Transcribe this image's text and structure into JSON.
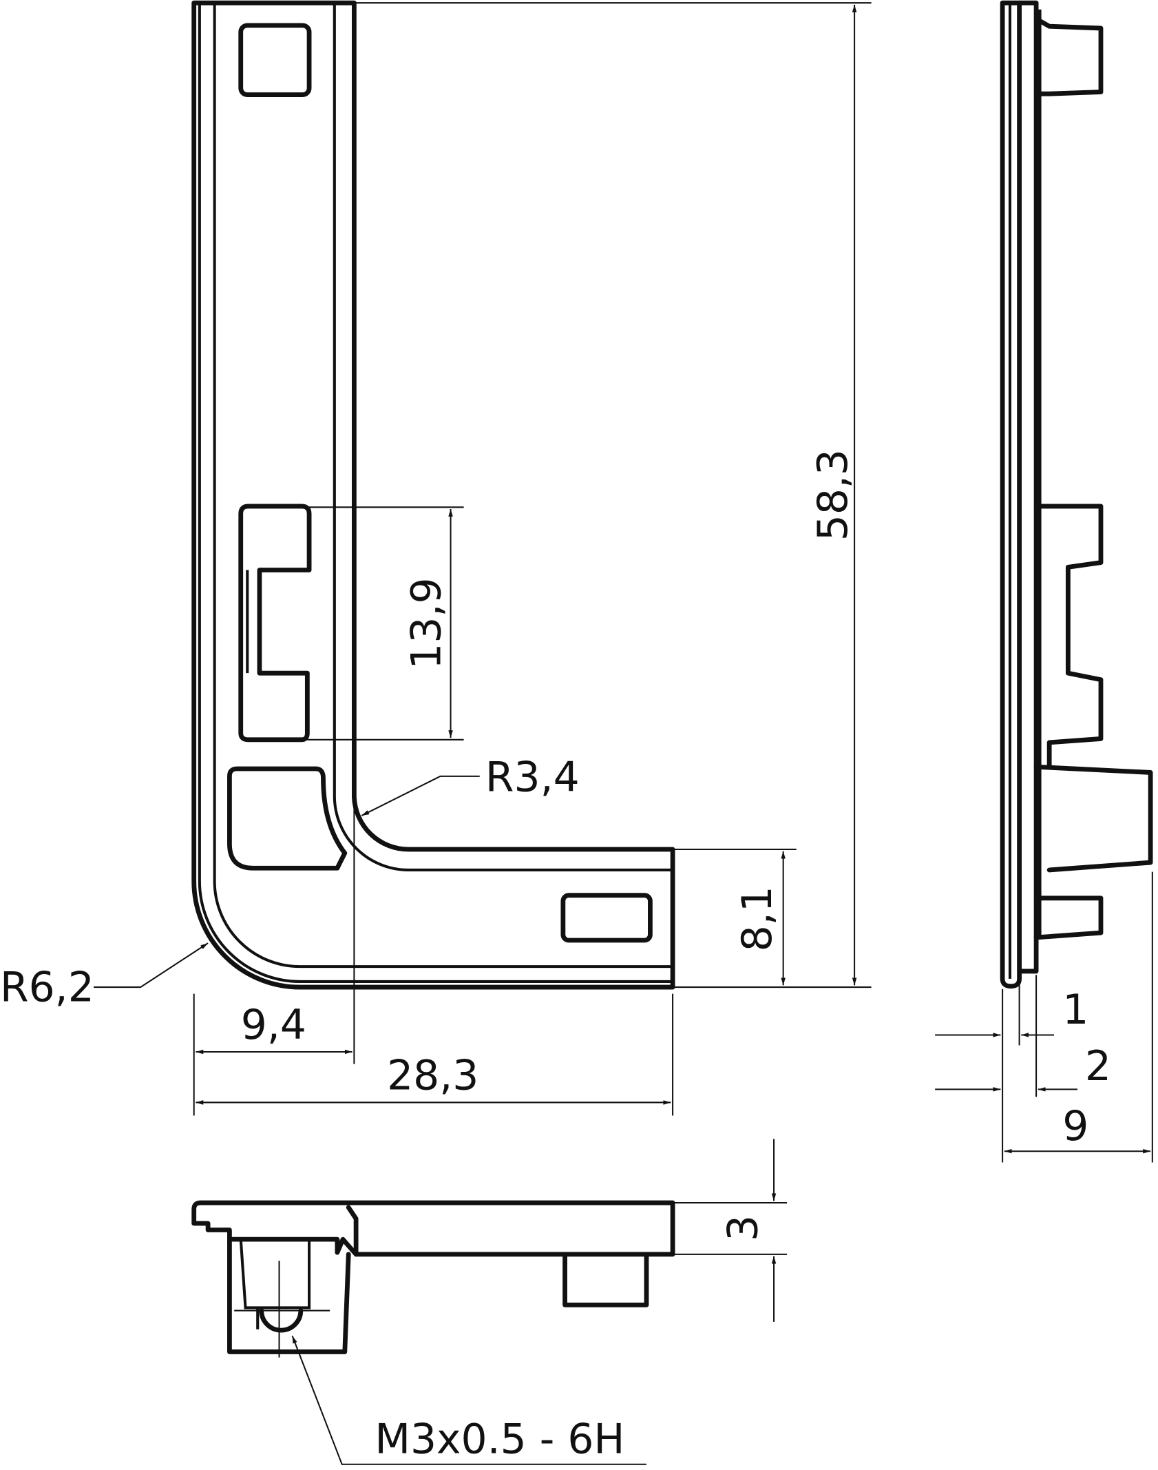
{
  "drawing": {
    "dimensions": {
      "overall_height": "58,3",
      "slot_spacing": "13,9",
      "inner_radius": "R3,4",
      "leg_width": "8,1",
      "outer_radius": "R6,2",
      "leg_thickness": "9,4",
      "overall_width": "28,3",
      "side_1": "1",
      "side_2": "2",
      "side_9": "9",
      "depth_3": "3",
      "thread": "M3x0.5 - 6H"
    }
  }
}
